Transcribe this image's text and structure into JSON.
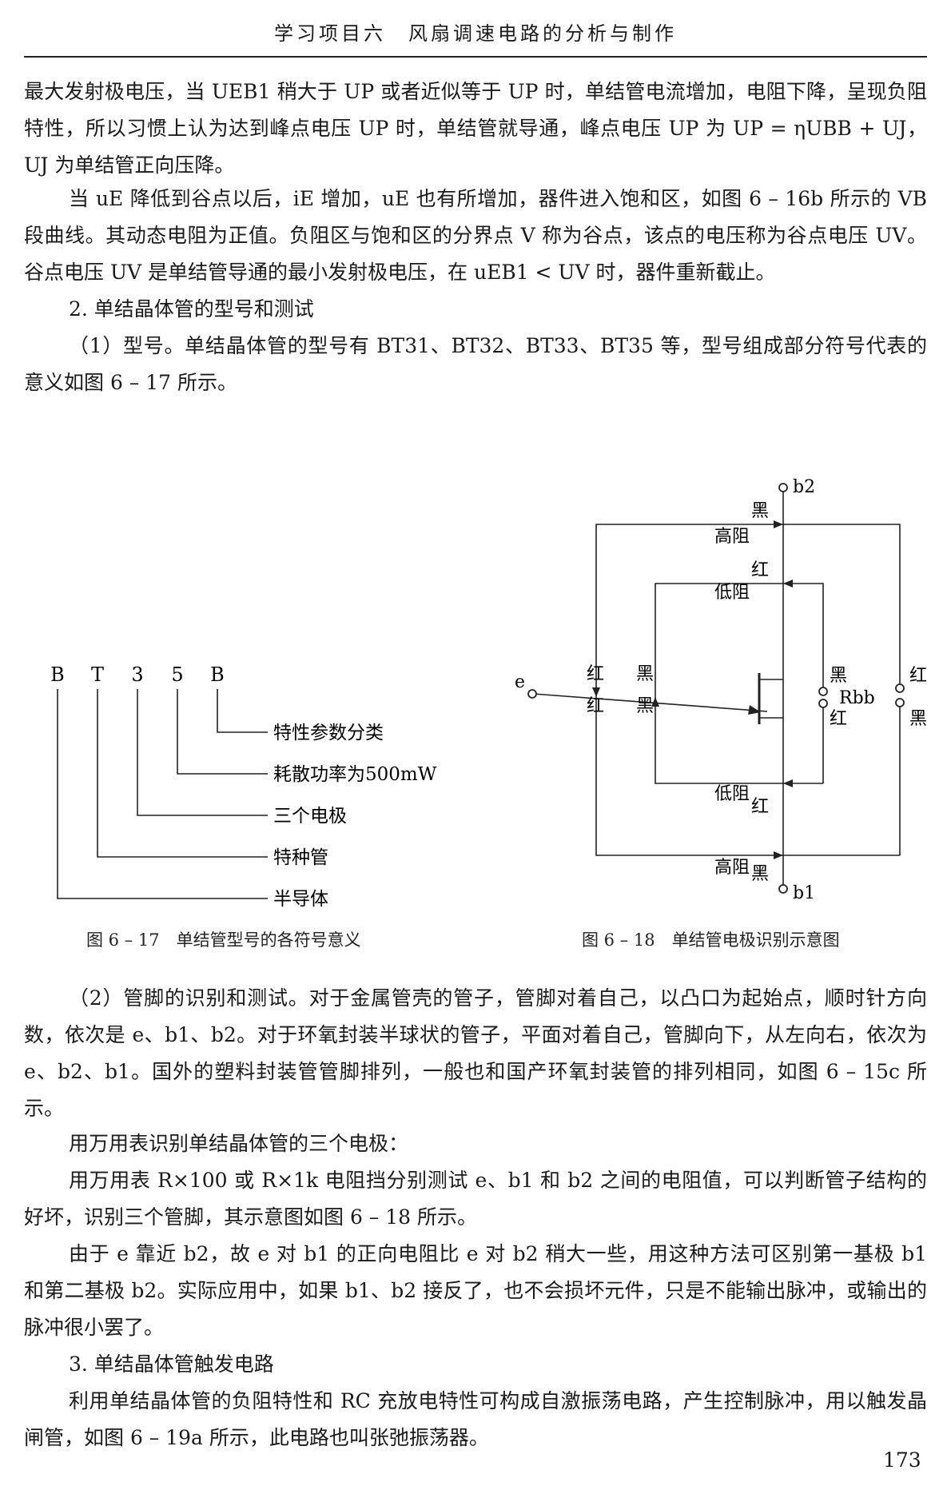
{
  "header": {
    "title": "学习项目六　风扇调速电路的分析与制作"
  },
  "paragraphs": {
    "p1": "最大发射极电压，当 UEB1 稍大于 UP 或者近似等于 UP 时，单结管电流增加，电阻下降，呈现负阻特性，所以习惯上认为达到峰点电压 UP 时，单结管就导通，峰点电压 UP 为 UP = ηUBB + UJ，UJ 为单结管正向压降。",
    "p2": "当 uE 降低到谷点以后，iE 增加，uE 也有所增加，器件进入饱和区，如图 6 – 16b 所示的 VB 段曲线。其动态电阻为正值。负阻区与饱和区的分界点 V 称为谷点，该点的电压称为谷点电压 UV。谷点电压 UV 是单结管导通的最小发射极电压，在 uEB1 < UV 时，器件重新截止。",
    "h2": "2. 单结晶体管的型号和测试",
    "p3": "（1）型号。单结晶体管的型号有 BT31、BT32、BT33、BT35 等，型号组成部分符号代表的意义如图 6 – 17 所示。",
    "p4": "（2）管脚的识别和测试。对于金属管壳的管子，管脚对着自己，以凸口为起始点，顺时针方向数，依次是 e、b1、b2。对于环氧封装半球状的管子，平面对着自己，管脚向下，从左向右，依次为 e、b2、b1。国外的塑料封装管管脚排列，一般也和国产环氧封装管的排列相同，如图 6 – 15c 所示。",
    "p5": "用万用表识别单结晶体管的三个电极：",
    "p6": "用万用表 R×100 或 R×1k 电阻挡分别测试 e、b1 和 b2 之间的电阻值，可以判断管子结构的好坏，识别三个管脚，其示意图如图 6 – 18 所示。",
    "p7": "由于 e 靠近 b2，故 e 对 b1 的正向电阻比 e 对 b2 稍大一些，用这种方法可区别第一基极 b1 和第二基极 b2。实际应用中，如果 b1、b2 接反了，也不会损坏元件，只是不能输出脉冲，或输出的脉冲很小罢了。",
    "h3": "3. 单结晶体管触发电路",
    "p8": "利用单结晶体管的负阻特性和 RC 充放电特性可构成自激振荡电路，产生控制脉冲，用以触发晶闸管，如图 6 – 19a 所示，此电路也叫张弛振荡器。"
  },
  "fig17": {
    "letters": [
      "B",
      "T",
      "3",
      "5",
      "B"
    ],
    "labels": [
      "特性参数分类",
      "耗散功率为500mW",
      "三个电极",
      "特种管",
      "半导体"
    ],
    "caption": "图 6 – 17　单结管型号的各符号意义"
  },
  "fig18": {
    "b2": "b2",
    "b1": "b1",
    "e": "e",
    "rbb": "Rbb",
    "high": "高阻",
    "low": "低阻",
    "red": "红",
    "black": "黑",
    "caption": "图 6 – 18　单结管电极识别示意图"
  },
  "page_number": "173"
}
